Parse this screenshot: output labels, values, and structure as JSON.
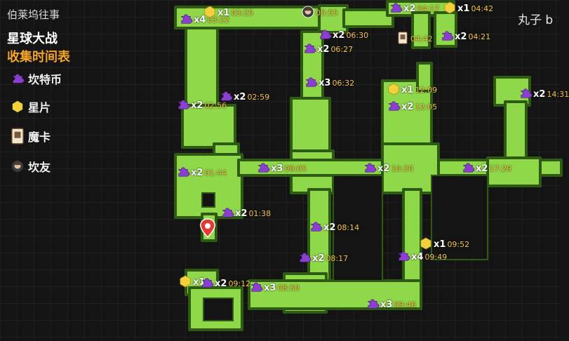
{
  "header": {
    "subtitle": "伯莱坞往事",
    "title_line1": "星球大战",
    "title_line2": "收集时间表"
  },
  "legend": [
    {
      "icon": "puzzle-coin-icon",
      "label": "坎特币"
    },
    {
      "icon": "star-shard-icon",
      "label": "星片"
    },
    {
      "icon": "magic-card-icon",
      "label": "魔卡"
    },
    {
      "icon": "buddy-avatar-icon",
      "label": "坎友"
    }
  ],
  "brand": "丸子 b",
  "colors": {
    "floor": "#8fd84a",
    "wall": "#2e5a14",
    "grid": "#303030",
    "background": "#141414",
    "puzzle": "#8a3fd1",
    "shard": "#f2d23c",
    "time": "#f5c542"
  },
  "markers": [
    {
      "icon": "puzzle",
      "count": "x4",
      "time": "03:22"
    },
    {
      "icon": "shard",
      "count": "x1",
      "time": "03:25"
    },
    {
      "icon": "buddy",
      "count": "",
      "time": "05:55"
    },
    {
      "icon": "puzzle",
      "count": "x2",
      "time": "06:30"
    },
    {
      "icon": "puzzle",
      "count": "x2",
      "time": "06:27"
    },
    {
      "icon": "puzzle",
      "count": "x2",
      "time": "04:17"
    },
    {
      "icon": "shard",
      "count": "x1",
      "time": "04:42"
    },
    {
      "icon": "card",
      "count": "",
      "time": "04:42"
    },
    {
      "icon": "puzzle",
      "count": "x2",
      "time": "04:21"
    },
    {
      "icon": "puzzle",
      "count": "x3",
      "time": "06:32"
    },
    {
      "icon": "puzzle",
      "count": "x2",
      "time": "02:59"
    },
    {
      "icon": "puzzle",
      "count": "x2",
      "time": "02:56"
    },
    {
      "icon": "shard",
      "count": "x1",
      "time": "12:09"
    },
    {
      "icon": "puzzle",
      "count": "x2",
      "time": "12:05"
    },
    {
      "icon": "puzzle",
      "count": "x2",
      "time": "14:31"
    },
    {
      "icon": "puzzle",
      "count": "x2",
      "time": "01:44"
    },
    {
      "icon": "puzzle",
      "count": "x3",
      "time": "08:05"
    },
    {
      "icon": "puzzle",
      "count": "x2",
      "time": "10:20"
    },
    {
      "icon": "puzzle",
      "count": "x2",
      "time": "17:29"
    },
    {
      "icon": "puzzle",
      "count": "x2",
      "time": "01:38"
    },
    {
      "icon": "puzzle",
      "count": "x2",
      "time": "08:14"
    },
    {
      "icon": "shard",
      "count": "x1",
      "time": "09:52"
    },
    {
      "icon": "puzzle",
      "count": "x2",
      "time": "08:17"
    },
    {
      "icon": "puzzle",
      "count": "x4",
      "time": "09:49"
    },
    {
      "icon": "shard",
      "count": "x1",
      "time": ""
    },
    {
      "icon": "puzzle",
      "count": "x2",
      "time": "09:12"
    },
    {
      "icon": "puzzle",
      "count": "x3",
      "time": "08:50"
    },
    {
      "icon": "puzzle",
      "count": "x3",
      "time": "09:46"
    }
  ]
}
